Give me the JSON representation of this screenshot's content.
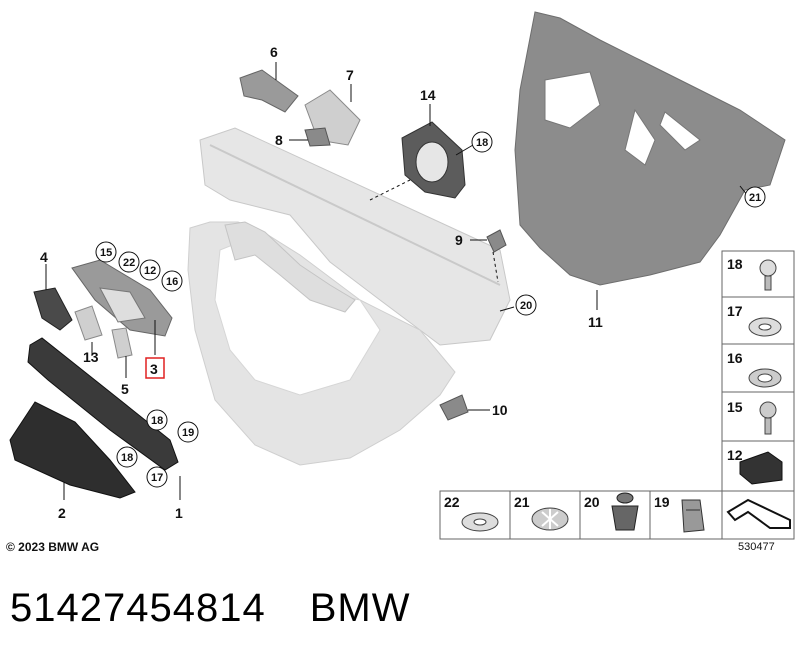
{
  "diagram": {
    "copyright": "© 2023 BMW AG",
    "diagram_id": "530477",
    "part_labels": [
      "6",
      "7",
      "14",
      "8",
      "18",
      "9",
      "20",
      "11",
      "21",
      "4",
      "15",
      "22",
      "12",
      "16",
      "13",
      "5",
      "3",
      "10",
      "18",
      "19",
      "18",
      "17",
      "2",
      "1"
    ],
    "highlighted_label": "3",
    "legend_right": [
      "18",
      "17",
      "16",
      "15",
      "12"
    ],
    "legend_bottom": [
      "22",
      "21",
      "20",
      "19"
    ]
  },
  "caption": {
    "part_number": "51427454814",
    "brand": "BMW"
  }
}
